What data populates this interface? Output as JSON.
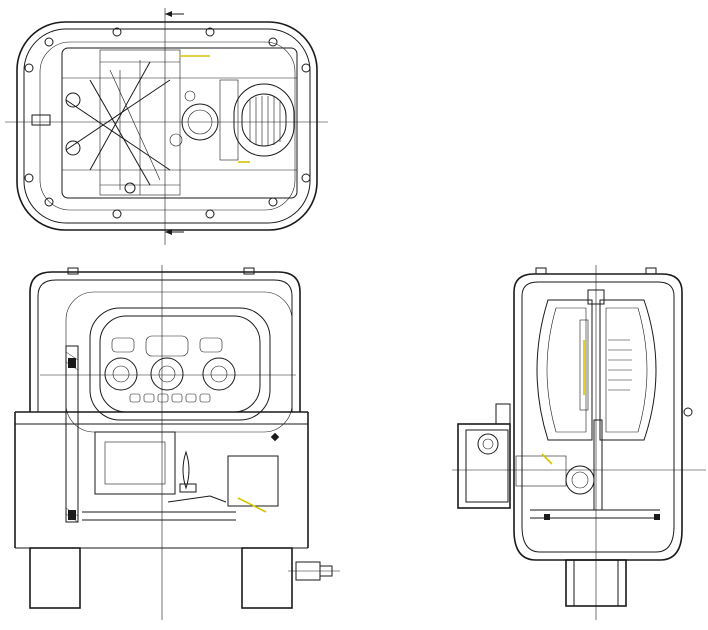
{
  "drawing": {
    "views": [
      {
        "id": "top",
        "name": "top-view"
      },
      {
        "id": "front",
        "name": "front-section-view"
      },
      {
        "id": "side",
        "name": "side-section-view"
      }
    ],
    "colors": {
      "line": "#1a1a1a",
      "highlight": "#d9c400",
      "background": "#ffffff"
    }
  }
}
